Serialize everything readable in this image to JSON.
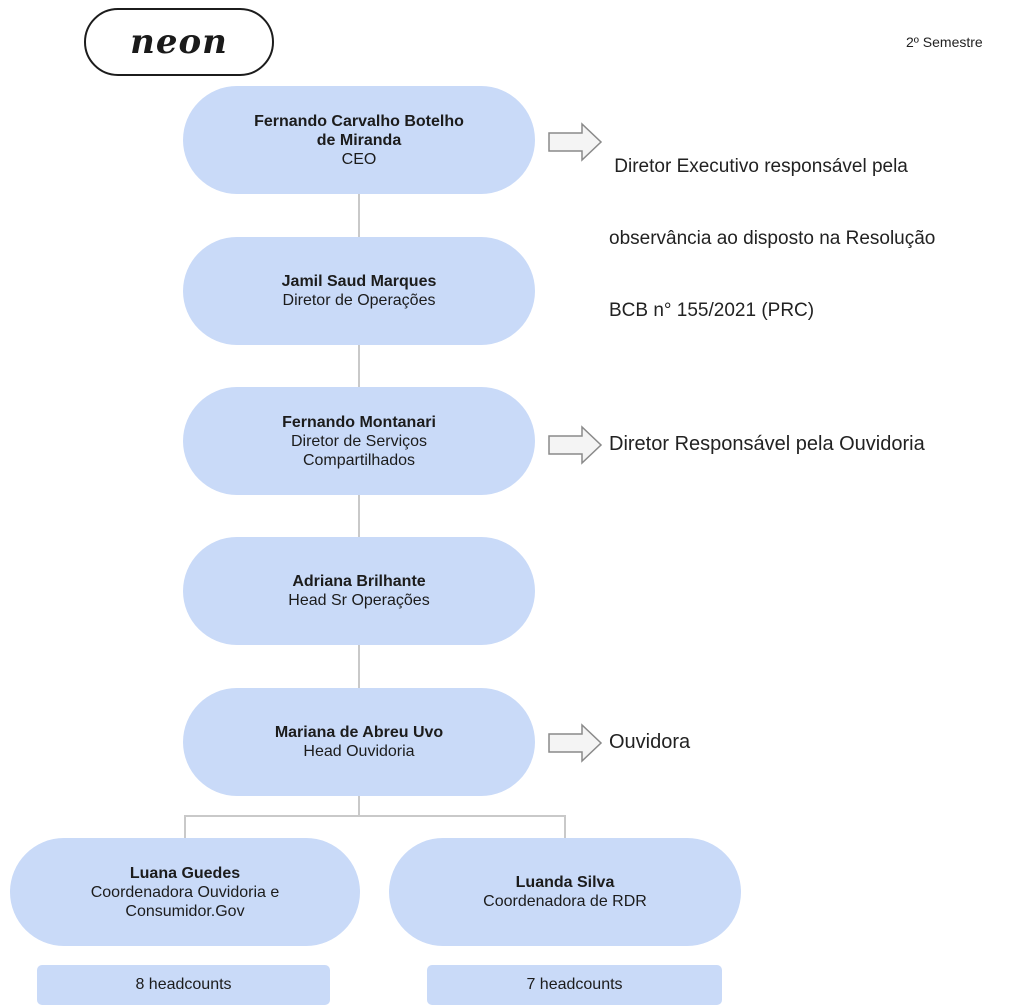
{
  "logo": {
    "text": "neon"
  },
  "period": "2º Semestre",
  "nodes": [
    {
      "name": "Fernando Carvalho Botelho",
      "name2": "de Miranda",
      "role": "CEO"
    },
    {
      "name": "Jamil Saud Marques",
      "role": "Diretor de Operações"
    },
    {
      "name": "Fernando Montanari",
      "role": "Diretor de Serviços",
      "role2": "Compartilhados"
    },
    {
      "name": "Adriana Brilhante",
      "role": "Head Sr Operações"
    },
    {
      "name": "Mariana de Abreu Uvo",
      "role": "Head Ouvidoria"
    },
    {
      "name": "Luana Guedes",
      "role": "Coordenadora Ouvidoria e",
      "role2": "Consumidor.Gov"
    },
    {
      "name": "Luanda Silva",
      "role": "Coordenadora de RDR"
    }
  ],
  "headcounts": [
    "8 headcounts",
    "7 headcounts"
  ],
  "notes": [
    {
      "line1": " Diretor Executivo responsável pela",
      "line2": "observância ao disposto na Resolução",
      "line3": "BCB n° 155/2021 (PRC)"
    },
    {
      "line1": "Diretor Responsável pela Ouvidoria"
    },
    {
      "line1": "Ouvidora"
    }
  ],
  "colors": {
    "node_fill": "#c9daf8",
    "connector": "#c9c9c9"
  }
}
